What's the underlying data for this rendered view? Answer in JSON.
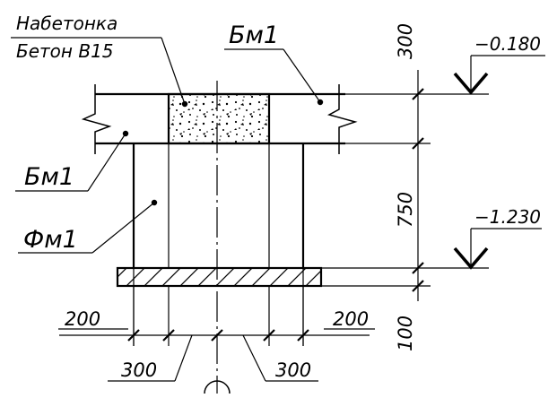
{
  "drawing": {
    "callouts": {
      "fill_line1": "Набетонка",
      "fill_line2": "Бетон B15",
      "beam_top": "Бм1",
      "beam_left": "Бм1",
      "foundation": "Фм1"
    },
    "elevations": {
      "top": "−0.180",
      "bottom": "−1.230"
    },
    "vertical_dims": {
      "top": "300",
      "middle": "750",
      "bottom": "100"
    },
    "horizontal_dims": {
      "left_outer": "200",
      "right_outer": "200",
      "left_inner": "300",
      "right_inner": "300"
    }
  }
}
